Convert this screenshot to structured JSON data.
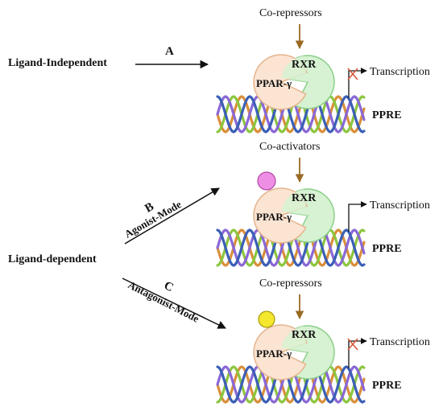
{
  "labels": {
    "ligand_independent": "Ligand-Independent",
    "ligand_dependent": "Ligand-dependent"
  },
  "arrows": {
    "a_letter": "A",
    "b_letter": "B",
    "b_mode": "Agonist-Mode",
    "c_letter": "C",
    "c_mode": "Antagonist-Mode"
  },
  "panels": [
    {
      "coregulator": "Co-repressors",
      "receptor": "PPAR-γ",
      "partner": "RXR",
      "output": "Transcription",
      "element": "PPRE",
      "ligand": "none",
      "transcription_blocked": true
    },
    {
      "coregulator": "Co-activators",
      "receptor": "PPAR-γ",
      "partner": "RXR",
      "output": "Transcription",
      "element": "PPRE",
      "ligand": "agonist",
      "transcription_blocked": false
    },
    {
      "coregulator": "Co-repressors",
      "receptor": "PPAR-γ",
      "partner": "RXR",
      "output": "Transcription",
      "element": "PPRE",
      "ligand": "antagonist",
      "transcription_blocked": true
    }
  ],
  "colors": {
    "ppar_fill": "#fbe4d2",
    "ppar_stroke": "#e5b48c",
    "rxr_fill": "#d6f2d2",
    "rxr_stroke": "#8ccf8a",
    "agonist_ligand": "#ee8ee4",
    "antagonist_ligand": "#f5e62e",
    "dna_orange": "#d98f3a",
    "dna_purple": "#8a68d6",
    "dna_green": "#8cc63f",
    "dna_navy": "#3b5fb6",
    "coreg_arrow": "#9a6a24",
    "block_cross": "#d45a3c"
  }
}
